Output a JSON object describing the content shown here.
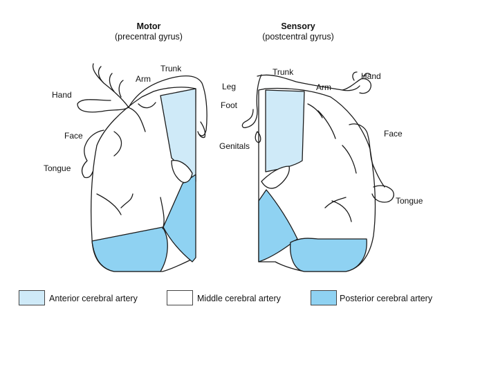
{
  "motor": {
    "title": "Motor",
    "subtitle": "(precentral gyrus)",
    "labels": {
      "trunk": "Trunk",
      "arm": "Arm",
      "hand": "Hand",
      "face": "Face",
      "tongue": "Tongue"
    }
  },
  "sensory": {
    "title": "Sensory",
    "subtitle": "(postcentral gyrus)",
    "labels": {
      "trunk": "Trunk",
      "hand": "Hand",
      "arm": "Arm",
      "leg": "Leg",
      "foot": "Foot",
      "genitals": "Genitals",
      "face": "Face",
      "tongue": "Tongue"
    }
  },
  "legend": [
    {
      "label": "Anterior cerebral artery",
      "color": "#cfeaf8"
    },
    {
      "label": "Middle cerebral artery",
      "color": "#ffffff"
    },
    {
      "label": "Posterior cerebral artery",
      "color": "#8fd2f2"
    }
  ],
  "colors": {
    "anterior": "#cfeaf8",
    "middle": "#ffffff",
    "posterior": "#8fd2f2",
    "outline": "#1a1a1a"
  }
}
